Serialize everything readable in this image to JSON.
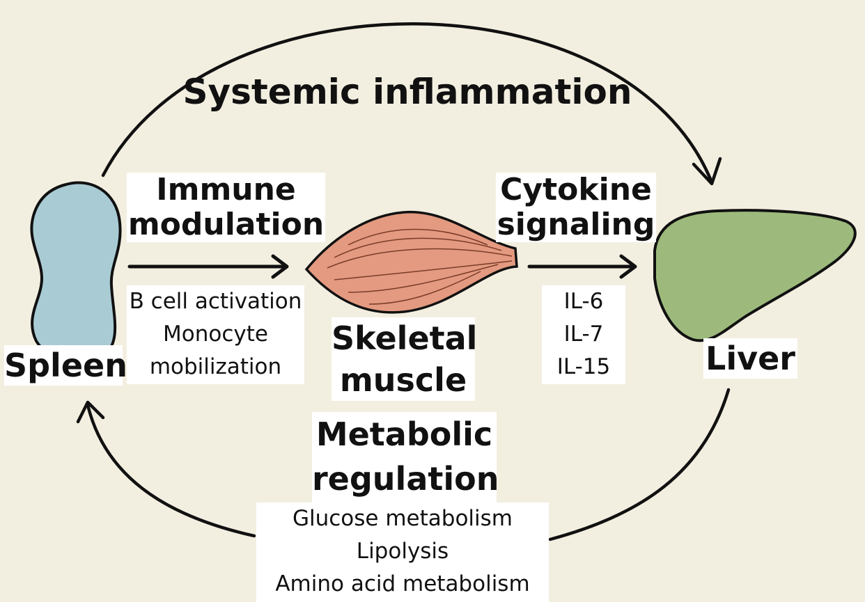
{
  "title": "Systemic inflammation",
  "organs": {
    "spleen": {
      "label": "Spleen",
      "color": "#a9cbd4"
    },
    "muscle": {
      "label_line1": "Skeletal",
      "label_line2": "muscle",
      "color": "#e39a80"
    },
    "liver": {
      "label": "Liver",
      "color": "#9dba7c"
    }
  },
  "immune": {
    "heading_line1": "Immune",
    "heading_line2": "modulation",
    "items": [
      "B cell activation",
      "Monocyte",
      "mobilization"
    ]
  },
  "cytokine": {
    "heading_line1": "Cytokine",
    "heading_line2": "signaling",
    "items": [
      "IL-6",
      "IL-7",
      "IL-15"
    ]
  },
  "metabolic": {
    "heading_line1": "Metabolic",
    "heading_line2": "regulation",
    "items": [
      "Glucose metabolism",
      "Lipolysis",
      "Amino acid metabolism"
    ]
  },
  "colors": {
    "background": "#f3efe0",
    "stroke": "#111111",
    "label_box": "#ffffff"
  }
}
